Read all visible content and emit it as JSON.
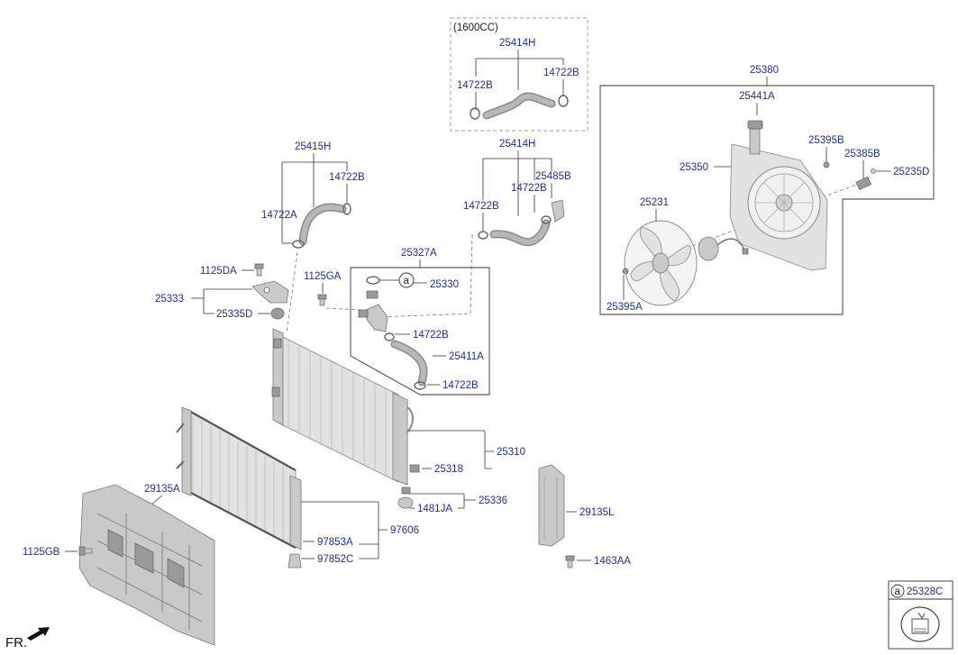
{
  "diagram": {
    "variant_box_title": "(1600CC)",
    "labels": {
      "p25414H_top": "25414H",
      "p14722B_tl": "14722B",
      "p14722B_tr": "14722B",
      "p25380": "25380",
      "p25441A": "25441A",
      "p25395B": "25395B",
      "p25385B": "25385B",
      "p25235D": "25235D",
      "p25350": "25350",
      "p25231": "25231",
      "p25395A": "25395A",
      "p25415H": "25415H",
      "p14722B_a": "14722B",
      "p14722A": "14722A",
      "p25414H_mid": "25414H",
      "p25485B": "25485B",
      "p14722B_b": "14722B",
      "p14722B_c": "14722B",
      "p25327A": "25327A",
      "p1125DA": "1125DA",
      "p1125GA": "1125GA",
      "circle_a_1": "a",
      "p25330": "25330",
      "p25333": "25333",
      "p25335D": "25335D",
      "p14722B_d": "14722B",
      "p25411A": "25411A",
      "p14722B_e": "14722B",
      "p25310": "25310",
      "p25318": "25318",
      "p25336": "25336",
      "p1481JA": "1481JA",
      "p29135A": "29135A",
      "p97606": "97606",
      "p97853A": "97853A",
      "p97852C": "97852C",
      "p1125GB": "1125GB",
      "p29135L": "29135L",
      "p1463AA": "1463AA",
      "circle_a_2": "a",
      "p25328C": "25328C",
      "front_marker": "FR."
    }
  }
}
